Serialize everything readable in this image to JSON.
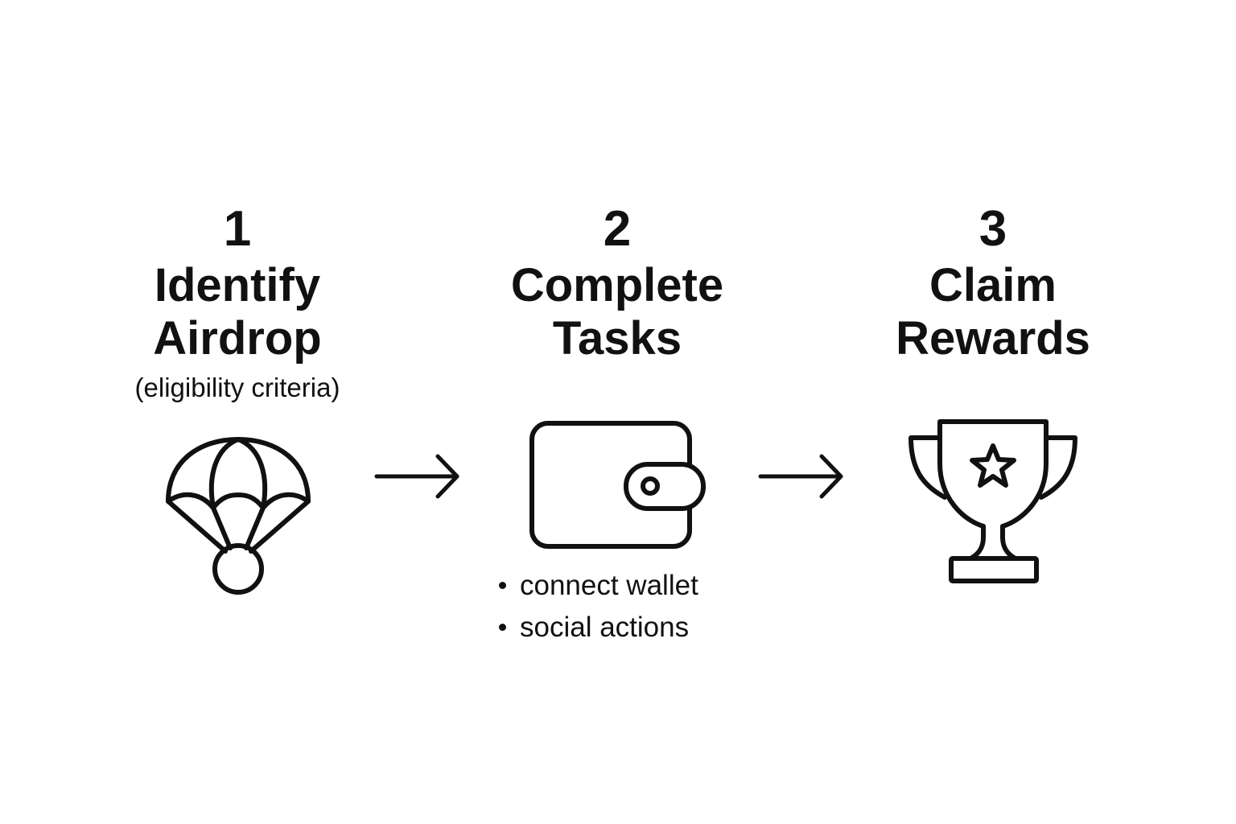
{
  "steps": [
    {
      "number": "1",
      "title_line1": "Identify",
      "title_line2": "Airdrop",
      "subtitle": "(eligibility criteria)",
      "icon": "parachute-icon"
    },
    {
      "number": "2",
      "title_line1": "Complete",
      "title_line2": "Tasks",
      "icon": "wallet-icon",
      "bullets": [
        "connect wallet",
        "social actions"
      ]
    },
    {
      "number": "3",
      "title_line1": "Claim",
      "title_line2": "Rewards",
      "icon": "trophy-icon"
    }
  ],
  "connectors": [
    "arrow-right-icon",
    "arrow-right-icon"
  ],
  "colors": {
    "ink": "#111111",
    "background": "#ffffff"
  }
}
